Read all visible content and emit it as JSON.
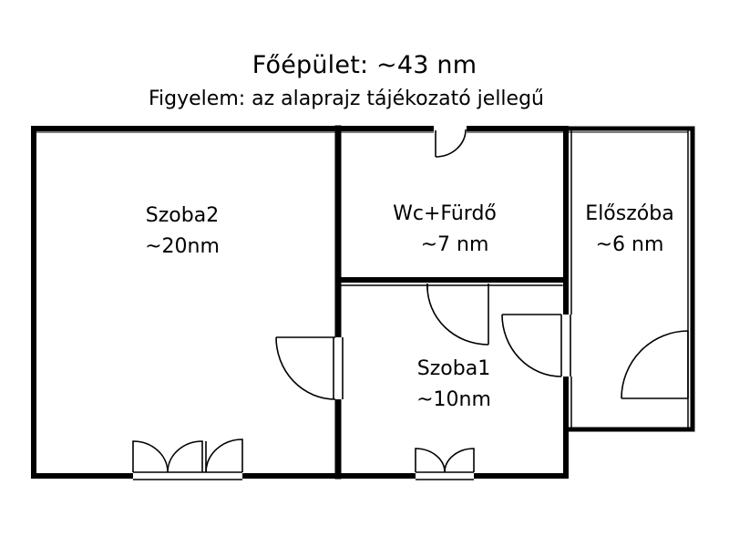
{
  "header": {
    "title": "Főépület: ~43 nm",
    "subtitle": "Figyelem: az alaprajz tájékozató jellegű"
  },
  "rooms": {
    "szoba2": {
      "name": "Szoba2",
      "area": "~20nm"
    },
    "wc": {
      "name": "Wc+Fürdő",
      "area": "~7 nm"
    },
    "eloszoba": {
      "name": "Előszóba",
      "area": "~6 nm"
    },
    "szoba1": {
      "name": "Szoba1",
      "area": "~10nm"
    }
  }
}
